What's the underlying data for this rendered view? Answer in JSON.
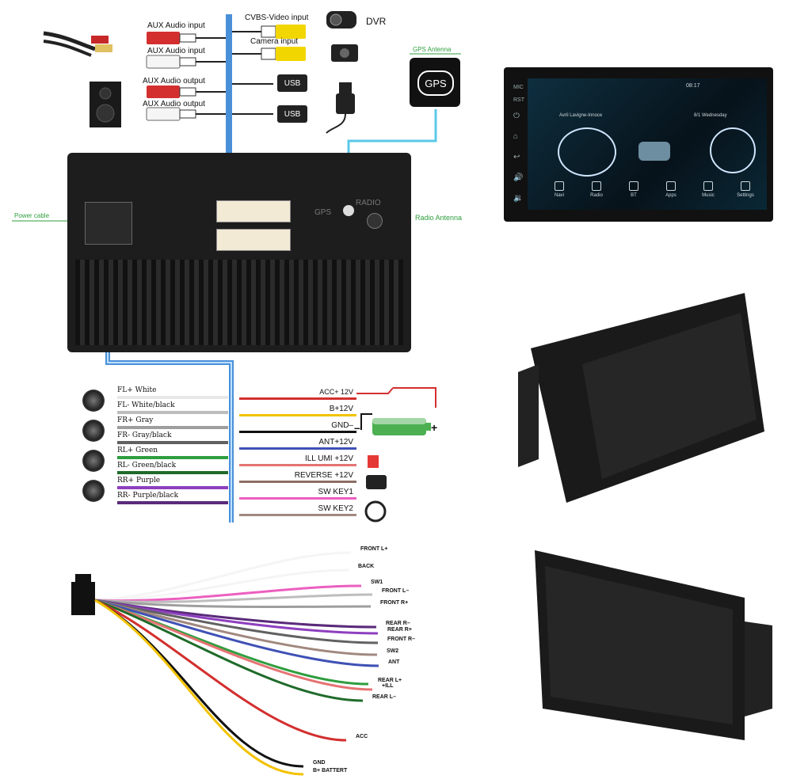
{
  "top_labels": {
    "aux_in_1": "AUX Audio input",
    "aux_in_2": "AUX Audio input",
    "aux_out_1": "AUX Audio output",
    "aux_out_2": "AUX Audio output",
    "cvbs": "CVBS-Video input",
    "camera": "Camera  input",
    "dvr": "DVR",
    "usb_1": "USB",
    "usb_2": "USB",
    "gps_antenna": "GPS Antenna",
    "gps": "GPS",
    "power_cable": "Power cable",
    "radio_antenna": "Radio Antenna",
    "radio_back": "RADIO",
    "gps_back": "GPS"
  },
  "speakers": [
    {
      "label": "FL+ White",
      "color": "#e8e8e8"
    },
    {
      "label": "FL- White/black",
      "color": "#bdbdbd"
    },
    {
      "label": "FR+ Gray",
      "color": "#9e9e9e"
    },
    {
      "label": "FR- Gray/black",
      "color": "#616161"
    },
    {
      "label": "RL+ Green",
      "color": "#2e9e3e"
    },
    {
      "label": "RL- Green/black",
      "color": "#1f6b2a"
    },
    {
      "label": "RR+ Purple",
      "color": "#8e3fbf"
    },
    {
      "label": "RR- Purple/black",
      "color": "#5a2a7a"
    }
  ],
  "power_wires": [
    {
      "label": "ACC+  12V",
      "color": "#d32f2f"
    },
    {
      "label": "B+12V",
      "color": "#f2c200"
    },
    {
      "label": "GND–",
      "color": "#111111"
    },
    {
      "label": "ANT+12V",
      "color": "#3f51b5"
    },
    {
      "label": "ILL UMI +12V",
      "color": "#e57373"
    },
    {
      "label": "REVERSE +12V",
      "color": "#8d6e63"
    },
    {
      "label": "SW KEY1",
      "color": "#ec5fbf"
    },
    {
      "label": "SW KEY2",
      "color": "#a1887f"
    }
  ],
  "battery": {
    "plus": "+",
    "minus": "–"
  },
  "harness_labels": {
    "front_l_plus": "FRONT L+",
    "back": "BACK",
    "sw1": "SW1",
    "front_l_minus": "FRONT L–",
    "front_r_plus": "FRONT R+",
    "rear_r_minus": "REAR R–",
    "rear_r_plus": "REAR R+",
    "front_r_minus": "FRONT R–",
    "sw2": "SW2",
    "ant": "ANT",
    "rear_l_plus": "REAR L+",
    "ill": "+ILL",
    "rear_l_minus": "REAR L–",
    "acc": "ACC",
    "gnd": "GND",
    "b_battery": "B+ BATTERT"
  },
  "screen": {
    "time": "08:17",
    "song": "Avril Lavigne-Innoce",
    "date": "8/1  Wednesday",
    "apps": [
      "Navi",
      "Radio",
      "BT",
      "Apps",
      "Music",
      "Settings"
    ],
    "side_buttons": [
      "MIC",
      "RST"
    ]
  },
  "colors": {
    "blue_wire": "#4a90d9",
    "gps_cable": "#5bc8e8",
    "rca_red": "#d32f2f",
    "rca_white": "#f5f5f5",
    "rca_yellow": "#f2d600"
  }
}
